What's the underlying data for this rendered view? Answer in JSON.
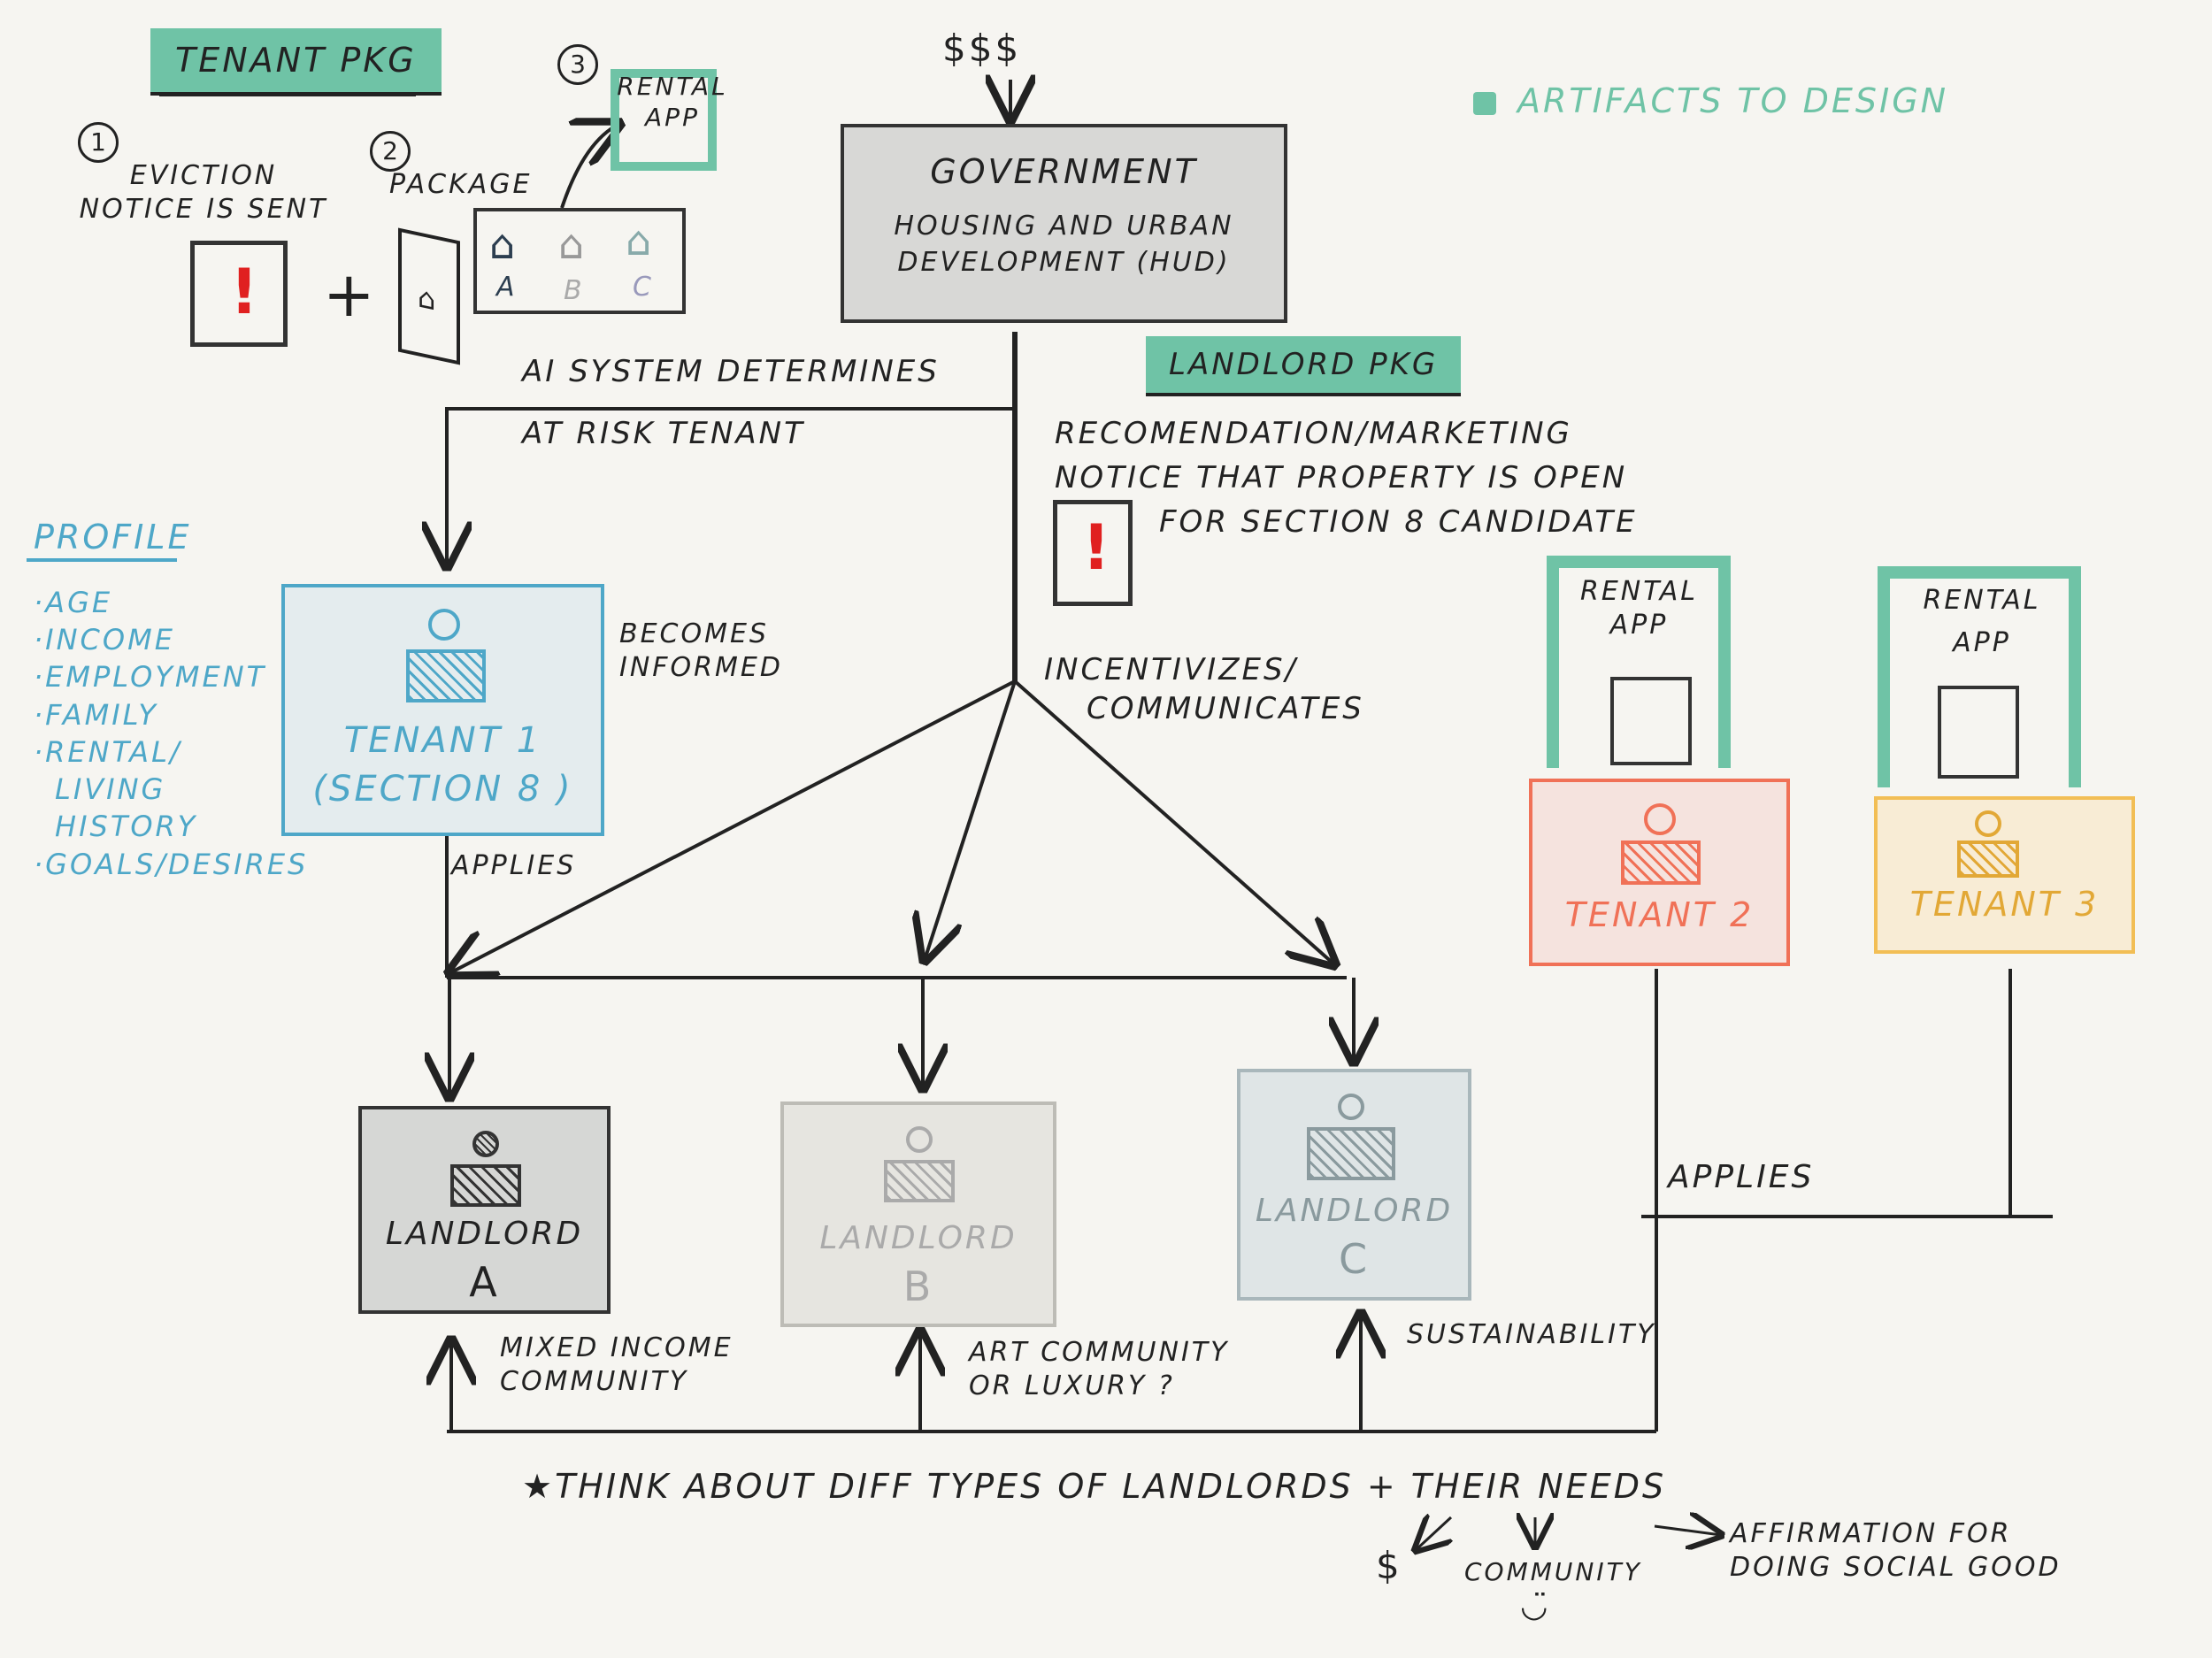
{
  "tenant_pkg": {
    "title": "TENANT PKG"
  },
  "artifacts_legend": "ARTIFACTS TO DESIGN",
  "steps": {
    "one": {
      "num": "1",
      "label_line1": "EVICTION",
      "label_line2": "NOTICE IS SENT"
    },
    "plus": "+",
    "two": {
      "num": "2",
      "label": "PACKAGE",
      "options": [
        "A",
        "B",
        "C"
      ]
    },
    "three": {
      "num": "3",
      "label_line1": "RENTAL",
      "label_line2": "APP"
    }
  },
  "money": "$$$",
  "government": {
    "line1": "GOVERNMENT",
    "line2": "HOUSING AND URBAN",
    "line3": "DEVELOPMENT (HUD)"
  },
  "ai_system": {
    "line1": "AI SYSTEM DETERMINES",
    "line2": "AT RISK TENANT"
  },
  "landlord_pkg": {
    "title": "LANDLORD PKG",
    "line1": "RECOMENDATION/MARKETING",
    "line2": "NOTICE THAT PROPERTY IS OPEN",
    "line3": "FOR SECTION 8 CANDIDATE"
  },
  "profile": {
    "title": "PROFILE",
    "items": [
      "·AGE",
      "·INCOME",
      "·EMPLOYMENT",
      "·FAMILY",
      "·RENTAL/",
      "LIVING",
      "HISTORY",
      "·GOALS/DESIRES"
    ]
  },
  "tenant1": {
    "line1": "TENANT 1",
    "line2": "(SECTION 8 )"
  },
  "becomes_informed": {
    "line1": "BECOMES",
    "line2": "INFORMED"
  },
  "incentivizes": {
    "line1": "INCENTIVIZES/",
    "line2": "COMMUNICATES"
  },
  "applies_left": "APPLIES",
  "applies_right": "APPLIES",
  "rental_app_2": {
    "line1": "RENTAL",
    "line2": "APP"
  },
  "rental_app_3": {
    "line1": "RENTAL",
    "line2": "APP"
  },
  "tenant2": "TENANT 2",
  "tenant3": "TENANT 3",
  "landlord_a": {
    "line1": "LANDLORD",
    "line2": "A"
  },
  "landlord_b": {
    "line1": "LANDLORD",
    "line2": "B"
  },
  "landlord_c": {
    "line1": "LANDLORD",
    "line2": "C"
  },
  "needs_a": {
    "line1": "MIXED INCOME",
    "line2": "COMMUNITY"
  },
  "needs_b": {
    "line1": "ART COMMUNITY",
    "line2": "OR LUXURY ?"
  },
  "needs_c": "SUSTAINABILITY",
  "think": "★THINK ABOUT DIFF TYPES OF LANDLORDS + THEIR NEEDS",
  "needs_list": {
    "money": "$",
    "community": "COMMUNITY",
    "smile": "◡̈",
    "affirmation_line1": "AFFIRMATION FOR",
    "affirmation_line2": "DOING SOCIAL GOOD"
  },
  "colors": {
    "teal": "#6fc3a6",
    "blue": "#4ea7c8",
    "red": "#f07157",
    "orange": "#f2be55",
    "gov_fill": "#d8d8d6",
    "landlord_a_fill": "#d6d7d5",
    "landlord_b_fill": "#e6e5e0",
    "landlord_c_fill": "#dfe5e6"
  }
}
